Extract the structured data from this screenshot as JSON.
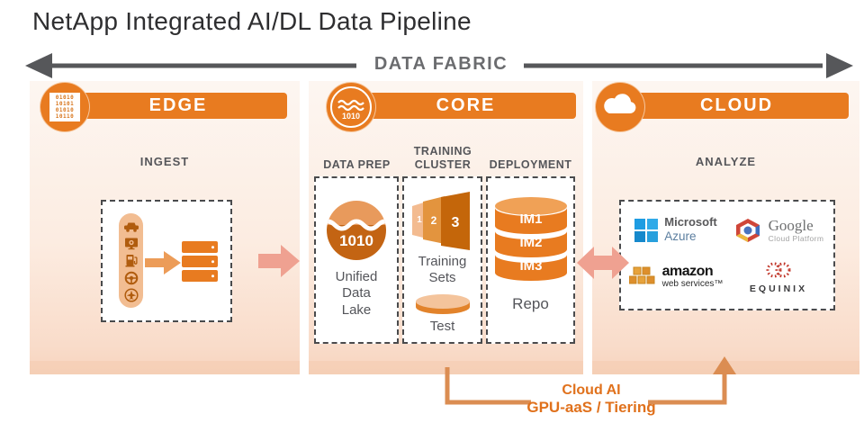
{
  "title": "NetApp Integrated AI/DL Data Pipeline",
  "data_fabric": {
    "label": "DATA FABRIC"
  },
  "edge": {
    "header": "EDGE",
    "badge_icon": "binary-code-icon",
    "badge_binary": [
      "01010",
      "10101",
      "01010",
      "10110"
    ],
    "stage": "INGEST",
    "source_icons": [
      "car-icon",
      "camera-monitor-icon",
      "fuel-pump-icon",
      "steering-wheel-icon",
      "airplane-icon"
    ],
    "target_icon": "server-stack-icon"
  },
  "core": {
    "header": "CORE",
    "badge_icon": "data-wave-icon",
    "badge_label": "1010",
    "data_prep": {
      "label": "DATA PREP",
      "lake_icon": "data-lake-icon",
      "lake_label": "1010",
      "caption": "Unified Data Lake"
    },
    "training": {
      "label": "TRAINING CLUSTER",
      "set_numbers": [
        "1",
        "2",
        "3"
      ],
      "sets_caption": "Training Sets",
      "test_caption": "Test"
    },
    "deployment": {
      "label": "DEPLOYMENT",
      "repo_bands": [
        "IM1",
        "IM2",
        "IM3"
      ],
      "caption": "Repo"
    }
  },
  "cloud": {
    "header": "CLOUD",
    "badge_icon": "cloud-icon",
    "stage": "ANALYZE",
    "providers": {
      "azure": {
        "logo_icon": "microsoft-azure-logo",
        "line1": "Microsoft",
        "line2": "Azure"
      },
      "google": {
        "logo_icon": "google-cloud-platform-logo",
        "line1": "Google",
        "line2": "Cloud Platform"
      },
      "aws": {
        "logo_icon": "aws-logo",
        "line1": "amazon",
        "line2": "web services™"
      },
      "equinix": {
        "logo_icon": "equinix-logo",
        "label": "EQUINIX"
      }
    }
  },
  "connector": {
    "line1": "Cloud AI",
    "line2": "GPU-aaS / Tiering"
  },
  "colors": {
    "orange": "#e87b20",
    "orange_dark": "#c36413",
    "peach": "#f2bd92",
    "salmon": "#efa191",
    "arrow_gray": "#56575a",
    "label_gray": "#55565a",
    "connector_orange": "#db8d52",
    "connector_text": "#e0711c"
  }
}
